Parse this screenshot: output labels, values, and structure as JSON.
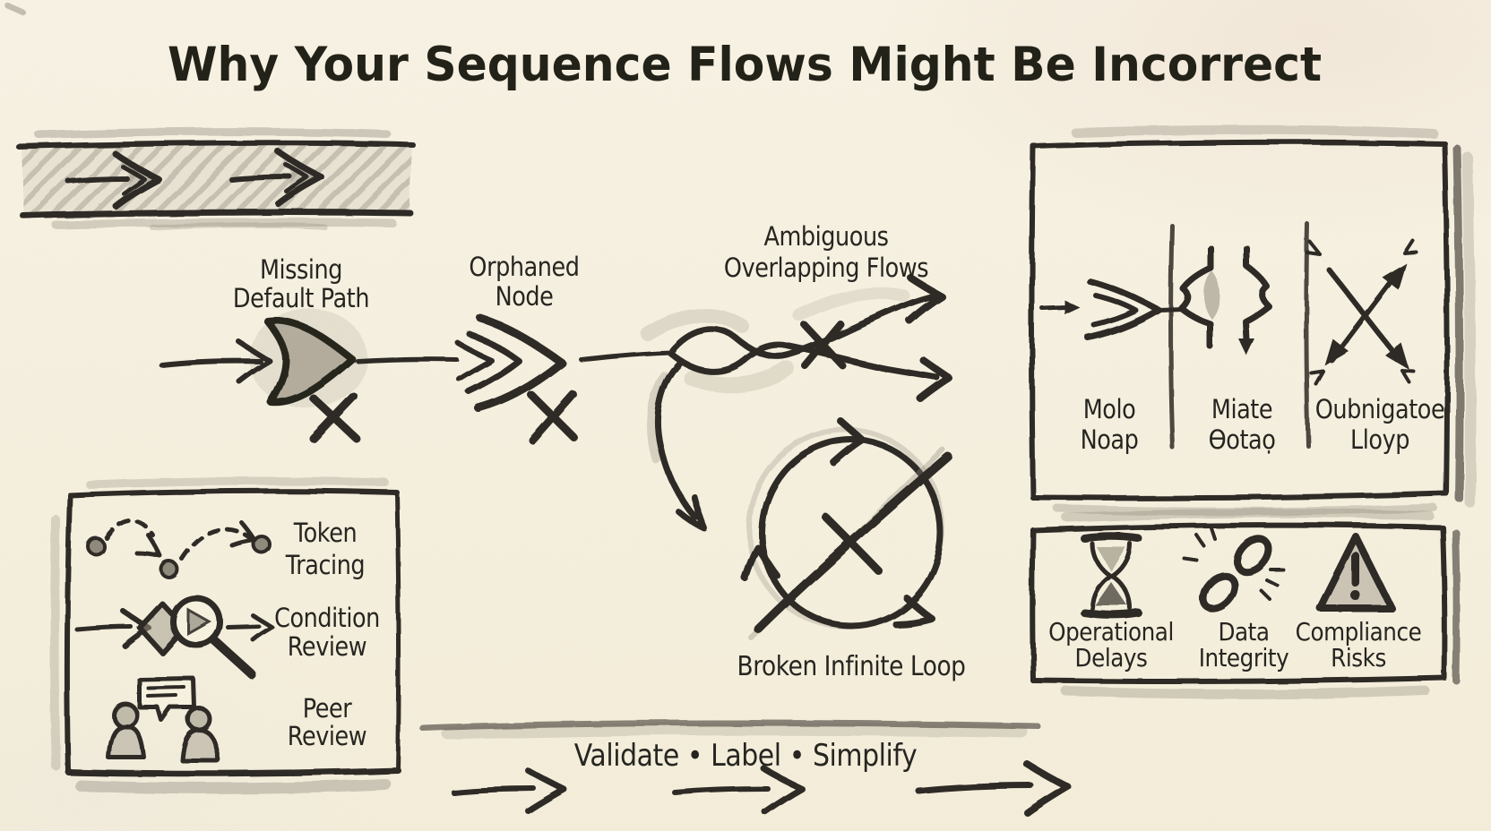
{
  "headline": "Why Your Sequence Flows Might Be Incorrect",
  "flow_issues": {
    "missing_default_path": {
      "line1": "Missing",
      "line2": "Default Path"
    },
    "orphaned_node": {
      "line1": "Orphaned",
      "line2": "Node"
    },
    "ambiguous_overlapping_flows": {
      "line1": "Ambiguous",
      "line2": "Overlapping Flows"
    },
    "broken_infinite_loop": {
      "label": "Broken Infinite Loop"
    }
  },
  "notation_panel": {
    "items": [
      {
        "icon": "merge-arrow-icon",
        "line1": "Molo",
        "line2": "Noap"
      },
      {
        "icon": "clashing-gateways-icon",
        "line1": "Miate",
        "line2": "Ɵotaọ"
      },
      {
        "icon": "crossed-arrows-icon",
        "line1": "Oubnigatoe",
        "line2": "Lloyp"
      }
    ]
  },
  "impacts_panel": {
    "items": [
      {
        "icon": "hourglass-icon",
        "line1": "Operational",
        "line2": "Delays"
      },
      {
        "icon": "broken-chain-icon",
        "line1": "Data",
        "line2": "Integrity"
      },
      {
        "icon": "warning-triangle-icon",
        "line1": "Compliance",
        "line2": "Risks"
      }
    ]
  },
  "review_panel": {
    "items": [
      {
        "icon": "token-tracing-icon",
        "line1": "Token",
        "line2": "Tracing"
      },
      {
        "icon": "condition-review-icon",
        "line1": "Condition",
        "line2": "Review"
      },
      {
        "icon": "peer-review-icon",
        "line1": "Peer",
        "line2": "Review"
      }
    ]
  },
  "footer": {
    "tagline": "Validate • Label • Simplify"
  },
  "colors": {
    "paper": "#f6f0df",
    "ink": "#2e2c26",
    "pencil": "#8f8a7c"
  }
}
